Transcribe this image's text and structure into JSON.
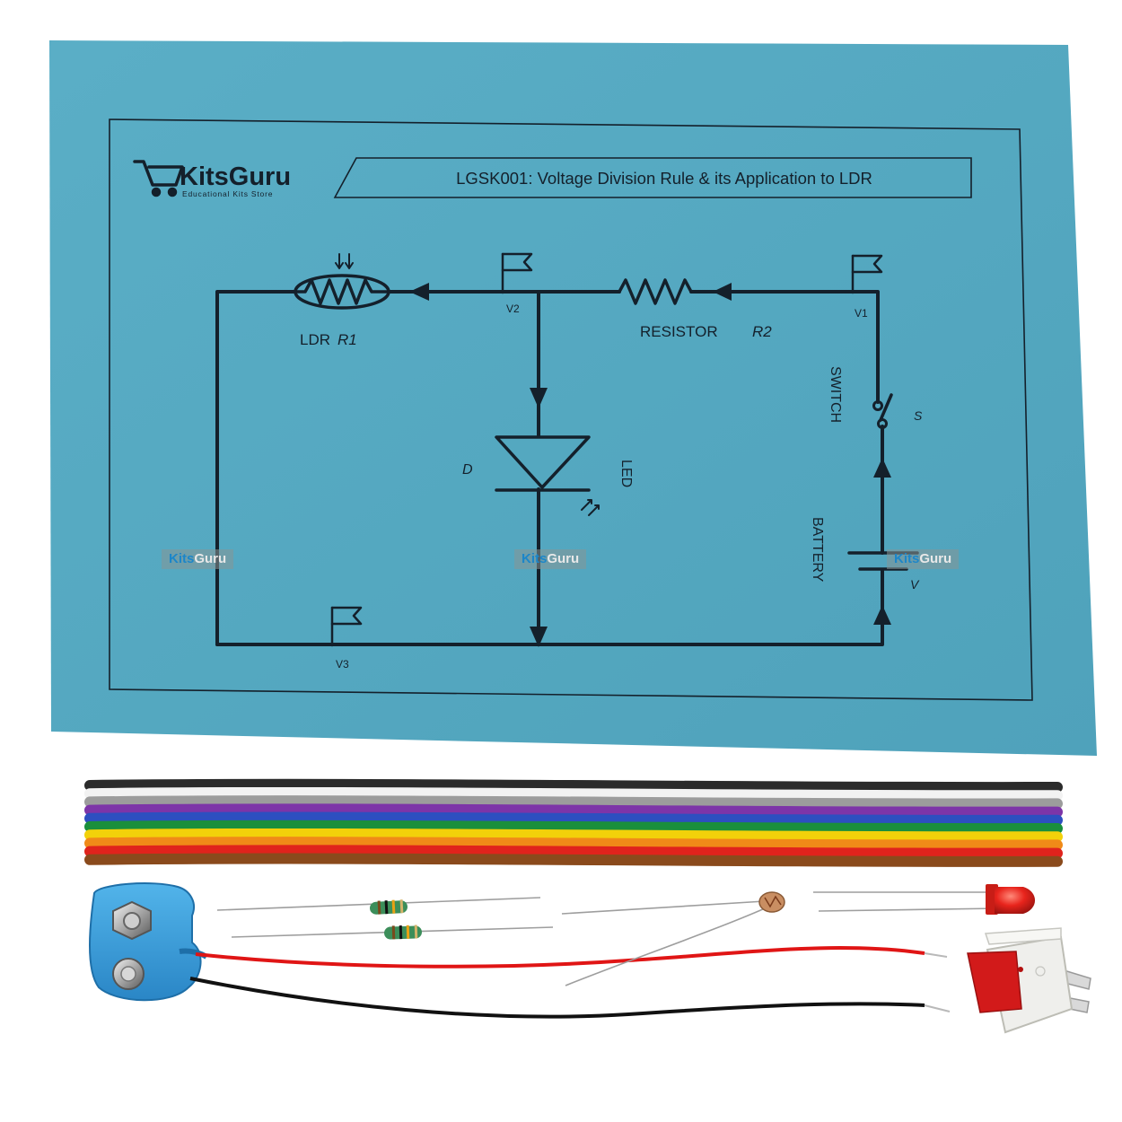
{
  "sheet": {
    "brand": "KitsGuru",
    "tagline": "Educational Kits Store",
    "title": "LGSK001: Voltage Division Rule & its Application to LDR",
    "ldr_label": "LDR",
    "ldr_symbol": "R1",
    "resistor_label": "RESISTOR",
    "resistor_symbol": "R2",
    "switch_label": "SWITCH",
    "switch_symbol": "S",
    "led_label": "LED",
    "diode_symbol": "D",
    "battery_label": "BATTERY",
    "battery_symbol": "V",
    "node_v1": "V1",
    "node_v2": "V2",
    "node_v3": "V3"
  },
  "watermark": {
    "part1": "Kits",
    "part2": "Guru"
  },
  "components": [
    "ribbon-cable-icon",
    "battery-snap-connector-icon",
    "resistor-icon",
    "ldr-icon",
    "red-led-icon",
    "rocker-switch-icon",
    "red-wire-icon",
    "black-wire-icon"
  ],
  "colors": {
    "paper": "#57a9c2",
    "ink": "#14202b",
    "ribbon": [
      "#2b2b2b",
      "#f2f2f2",
      "#9c9c9c",
      "#7d35a8",
      "#2d4fc0",
      "#1a8f3c",
      "#f2d10a",
      "#f08a18",
      "#e0231c",
      "#8a4a1c"
    ]
  }
}
